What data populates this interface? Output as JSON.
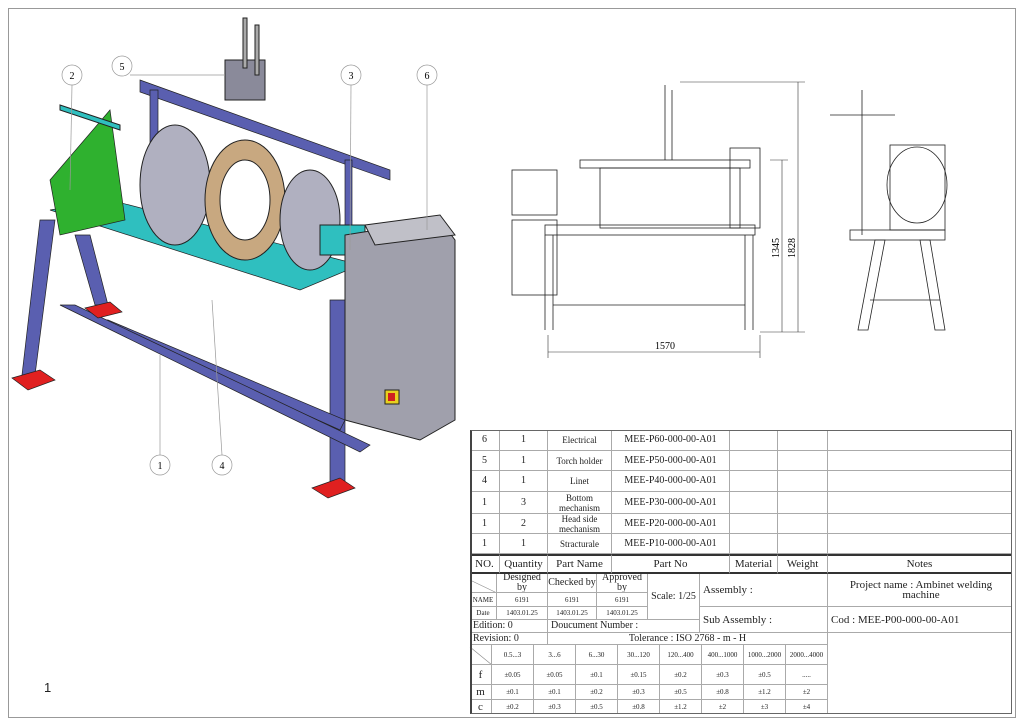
{
  "page_number": "1",
  "balloons": [
    "1",
    "2",
    "3",
    "4",
    "5",
    "6"
  ],
  "dimensions": {
    "width": "1570",
    "height_1": "1345",
    "height_2": "1828"
  },
  "bom": {
    "rows": [
      {
        "no": "6",
        "qty": "1",
        "name": "Electrical",
        "part_no": "MEE-P60-000-00-A01"
      },
      {
        "no": "5",
        "qty": "1",
        "name": "Torch holder",
        "part_no": "MEE-P50-000-00-A01"
      },
      {
        "no": "4",
        "qty": "1",
        "name": "Linet",
        "part_no": "MEE-P40-000-00-A01"
      },
      {
        "no": "1",
        "qty": "3",
        "name": "Bottom mechanism",
        "part_no": "MEE-P30-000-00-A01"
      },
      {
        "no": "1",
        "qty": "2",
        "name": "Head side mechanism",
        "part_no": "MEE-P20-000-00-A01"
      },
      {
        "no": "1",
        "qty": "1",
        "name": "Stracturale",
        "part_no": "MEE-P10-000-00-A01"
      }
    ],
    "headers": [
      "NO.",
      "Quantity",
      "Part Name",
      "Part No",
      "Material",
      "Weight",
      "Notes"
    ]
  },
  "title_block": {
    "designed_by": "Designed by",
    "checked_by": "Checked by",
    "approved_by": "Approved by",
    "name_label": "NAME",
    "date_label": "Date",
    "names": [
      "6191",
      "6191",
      "6191"
    ],
    "dates": [
      "1403.01.25",
      "1403.01.25",
      "1403.01.25"
    ],
    "scale": "Scale: 1/25",
    "assembly": "Assembly :",
    "sub_assembly": "Sub Assembly :",
    "project": "Project name : Ambinet welding machine",
    "code": "Cod :  MEE-P00-000-00-A01",
    "edition": "Edition: 0",
    "revision": "Revision: 0",
    "document_number": "Doucument Number :",
    "tolerance": "Tolerance : ISO 2768 - m - H"
  },
  "tolerance_table": {
    "ranges": [
      "0.5...3",
      "3...6",
      "6...30",
      "30...120",
      "120...400",
      "400...1000",
      "1000...2000",
      "2000...4000"
    ],
    "rows": [
      {
        "cls": "f",
        "values": [
          "±0.05",
          "±0.05",
          "±0.1",
          "±0.15",
          "±0.2",
          "±0.3",
          "±0.5",
          "....."
        ]
      },
      {
        "cls": "m",
        "values": [
          "±0.1",
          "±0.1",
          "±0.2",
          "±0.3",
          "±0.5",
          "±0.8",
          "±1.2",
          "±2"
        ]
      },
      {
        "cls": "c",
        "values": [
          "±0.2",
          "±0.3",
          "±0.5",
          "±0.8",
          "±1.2",
          "±2",
          "±3",
          "±4"
        ]
      }
    ]
  }
}
